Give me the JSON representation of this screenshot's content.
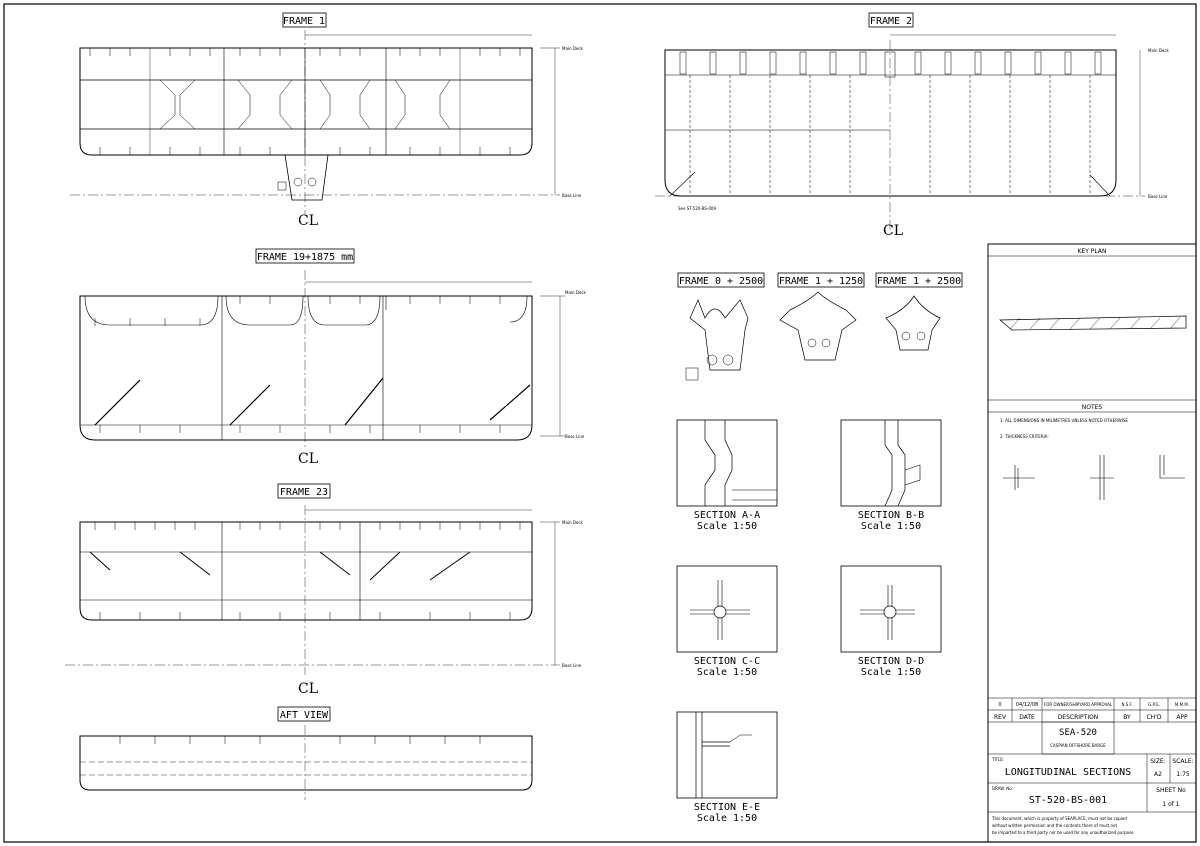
{
  "frames": {
    "frame1": "FRAME 1",
    "frame2": "FRAME 2",
    "frame19": "FRAME 19+1875 mm",
    "frame23": "FRAME 23",
    "aft": "AFT VIEW",
    "f0": "FRAME 0 + 2500",
    "f1a": "FRAME 1 + 1250",
    "f1b": "FRAME 1 + 2500"
  },
  "labels": {
    "main_deck": "Main Deck",
    "base_line": "Base Line",
    "centerline": "CL",
    "see_ref": "See ST-520-BS-009"
  },
  "sections": {
    "aa_title": "SECTION A-A",
    "bb_title": "SECTION B-B",
    "cc_title": "SECTION C-C",
    "dd_title": "SECTION D-D",
    "ee_title": "SECTION E-E",
    "scale": "Scale 1:50"
  },
  "title_block": {
    "key_plan": "KEY PLAN",
    "notes_title": "NOTES",
    "note1": "1.  ALL DIMENSIONS IN MILIMETRES UNLESS NOTED OTHERWISE",
    "note2": "2.  THICKNESS CRITERIA:",
    "rev_no": "0",
    "rev_date": "04/12/08",
    "rev_desc": "FOR OWNER/SHIPYARD APPROVAL",
    "rev_by": "N.S.F.",
    "rev_chd": "G.P.G.",
    "rev_app": "M.M.M.",
    "h_rev": "REV",
    "h_date": "DATE",
    "h_desc": "DESCRIPTION",
    "h_by": "BY",
    "h_chd": "CH'D",
    "h_app": "APP",
    "project": "SEA-520",
    "vessel": "CASPIAN OFFSHORE BARGE",
    "title_label": "TITLE:",
    "title": "LONGITUDINAL SECTIONS",
    "size_label": "SIZE:",
    "size": "A2",
    "scale_label": "SCALE:",
    "scale": "1:75",
    "drawn_label": "DRAW. No:",
    "drawing_no": "ST-520-BS-001",
    "sheet_label": "SHEET No",
    "sheet": "1 of 1",
    "disclaimer1": "This document, which is property of SEAPLACE, must not be copied",
    "disclaimer2": "without written permission and the contents there of must not",
    "disclaimer3": "be imparted to a third party nor be used for any unauthorized purpose"
  }
}
